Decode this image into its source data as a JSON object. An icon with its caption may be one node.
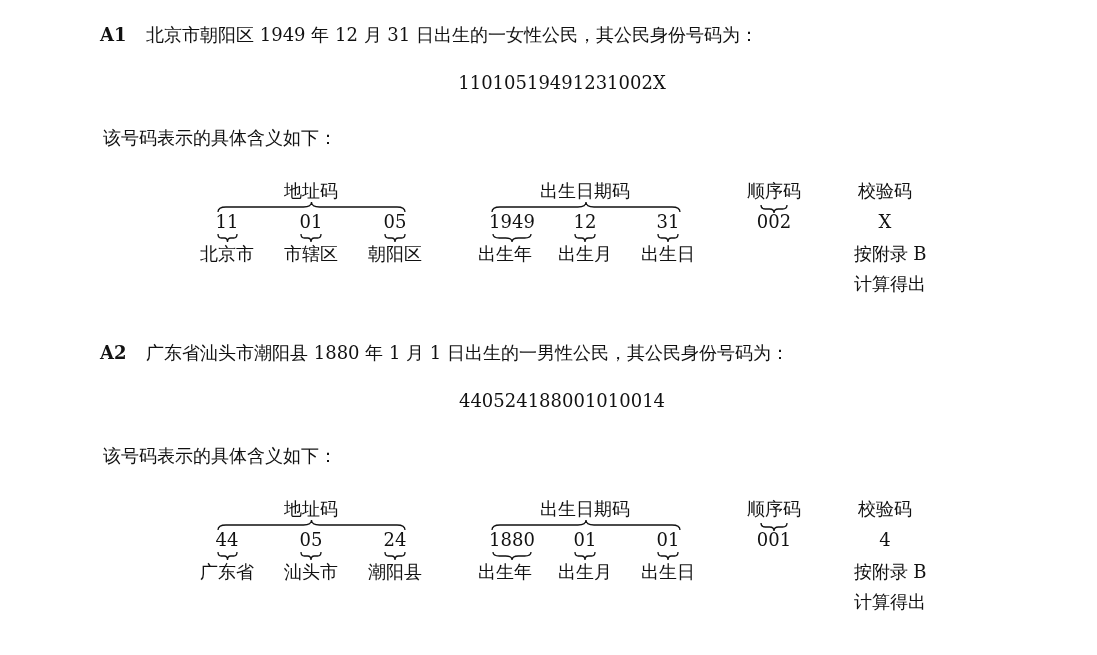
{
  "diagram": {
    "labels": [
      "A1",
      "北京市朝阳区 1949 年 12 月 31 日出生的一女性公民，其公民身份号码为：",
      "11010519491231002X",
      "该号码表示的具体含义如下：",
      "地址码",
      "出生日期码",
      "顺序码",
      "校验码",
      "11",
      "01",
      "05",
      "1949",
      "12",
      "31",
      "002",
      "X",
      "北京市",
      "市辖区",
      "朝阳区",
      "出生年",
      "出生月",
      "出生日",
      "按附录 B",
      "计算得出",
      "A2",
      "广东省汕头市潮阳县 1880 年 1 月 1 日出生的一男性公民，其公民身份号码为：",
      "440524188001010014",
      "该号码表示的具体含义如下：",
      "地址码",
      "出生日期码",
      "顺序码",
      "校验码",
      "44",
      "05",
      "24",
      "1880",
      "01",
      "01",
      "001",
      "4",
      "广东省",
      "汕头市",
      "潮阳县",
      "出生年",
      "出生月",
      "出生日",
      "按附录 B",
      "计算得出"
    ]
  }
}
